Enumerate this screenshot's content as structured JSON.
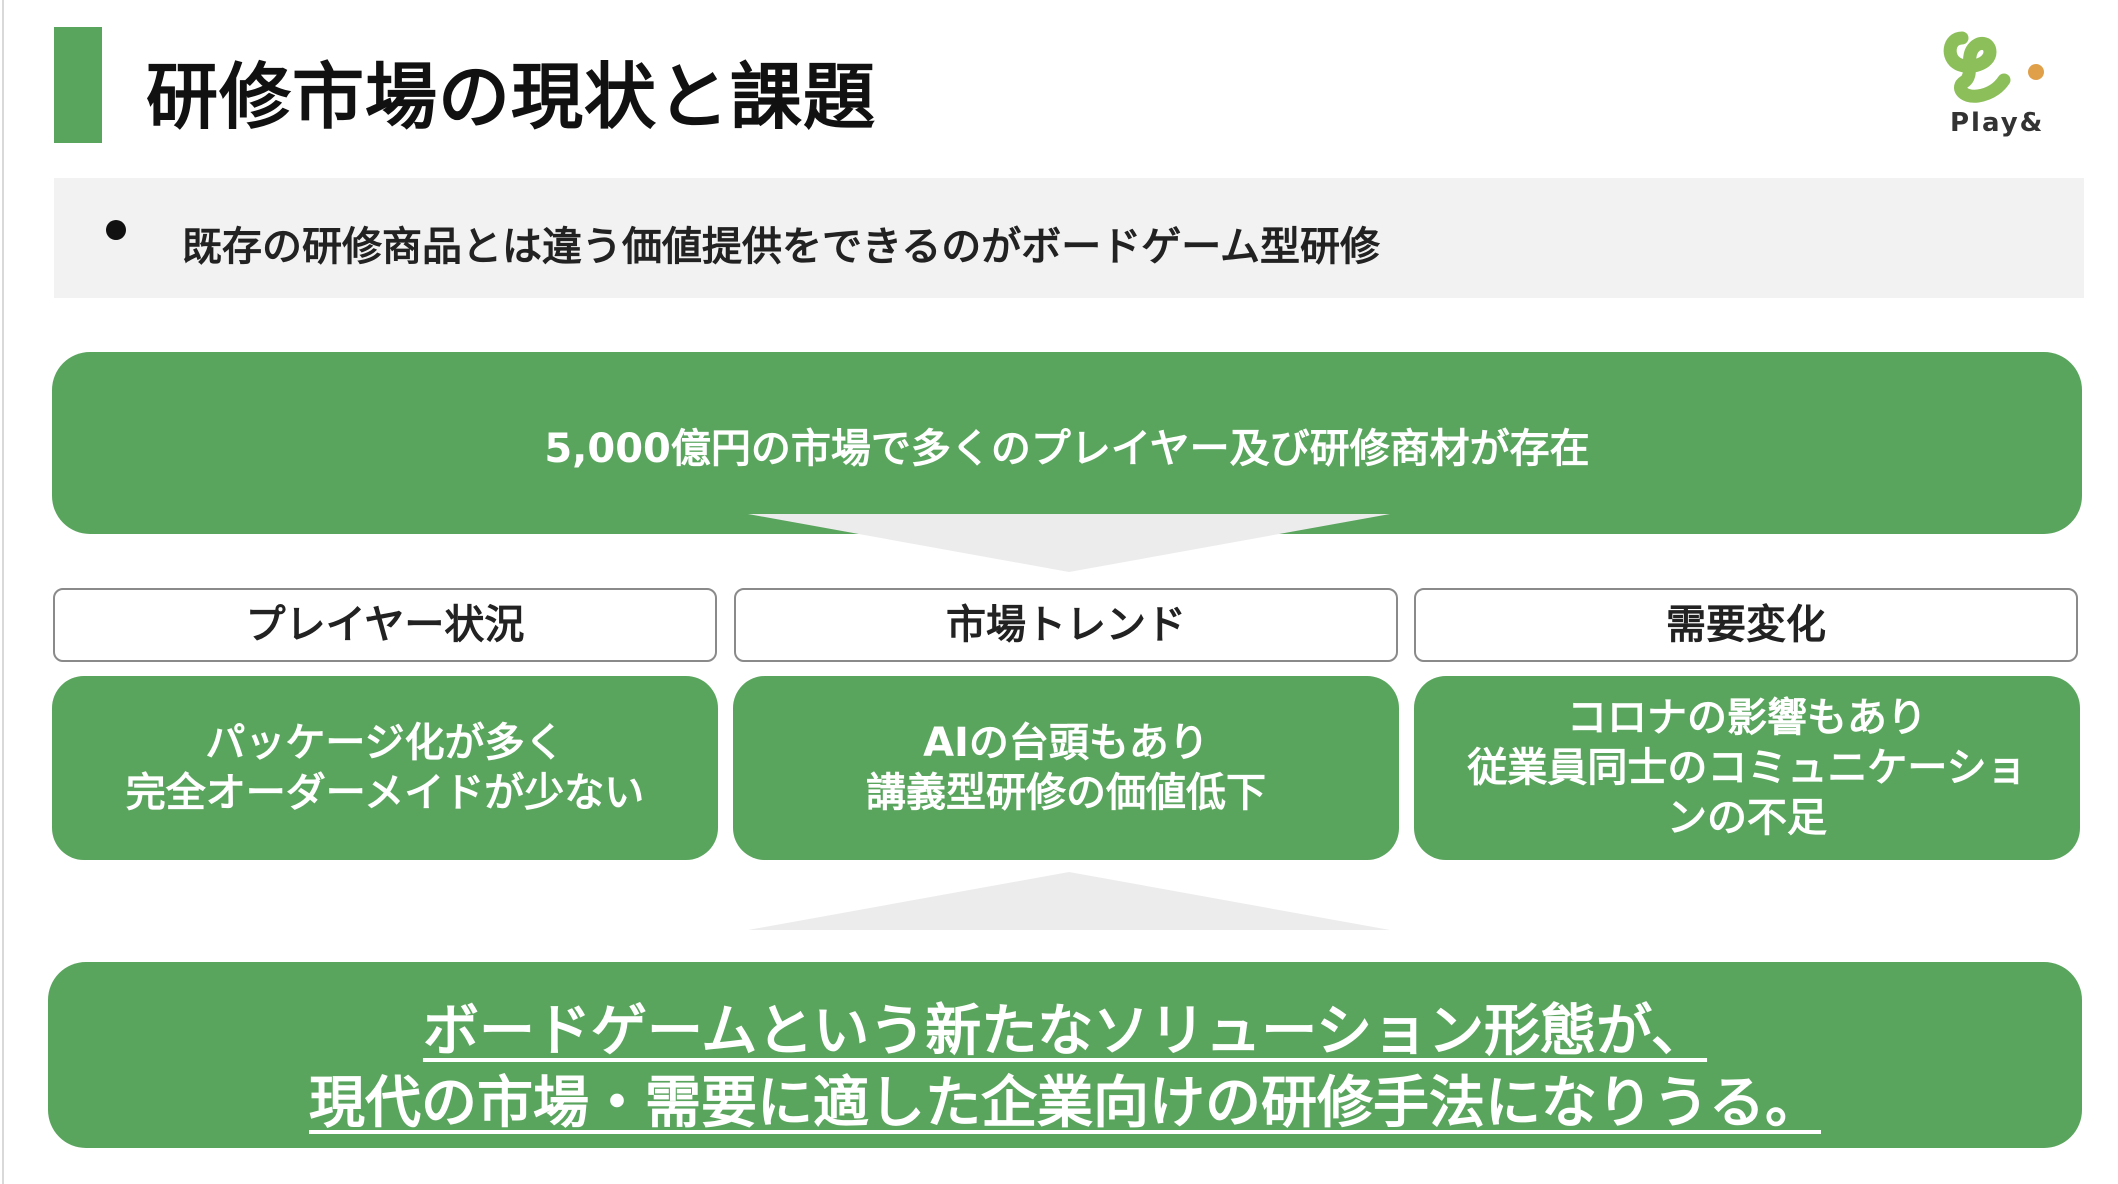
{
  "slide": {
    "title": "研修市場の現状と課題",
    "subtitle": "既存の研修商品とは違う価値提供をできるのがボードゲーム型研修"
  },
  "logo": {
    "brand": "Play&"
  },
  "top_banner": {
    "text": "5,000億円の市場で多くのプレイヤー及び研修商材が存在"
  },
  "columns": [
    {
      "header": "プレイヤー状況",
      "body": "パッケージ化が多く\n完全オーダーメイドが少ない"
    },
    {
      "header": "市場トレンド",
      "body": "AIの台頭もあり\n講義型研修の価値低下"
    },
    {
      "header": "需要変化",
      "body": "コロナの影響もあり\n従業員同士のコミュニケーショ\nンの不足"
    }
  ],
  "conclusion": {
    "line1": "ボードゲームという新たなソリューション形態が、",
    "line2": "現代の市場・需要に適した企業向けの研修手法になりうる。"
  },
  "colors": {
    "accent_green": "#5aa55e",
    "logo_green": "#8cbf5a",
    "logo_orange": "#e0a04a",
    "band_gray": "#f2f2f2",
    "arrow_gray": "#ececec"
  },
  "icons": {
    "bullet": "bullet-dot-icon",
    "arrow_down": "triangle-down-icon",
    "arrow_up": "triangle-up-icon",
    "logo": "play-and-logo-icon"
  }
}
